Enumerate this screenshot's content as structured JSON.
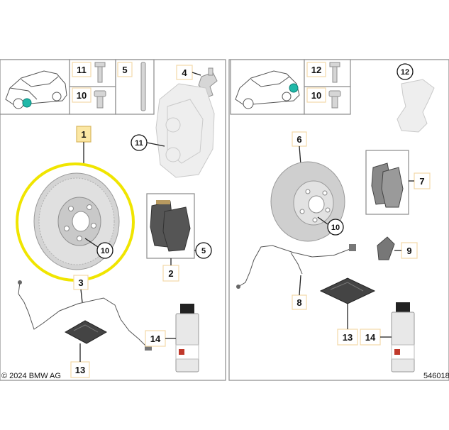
{
  "footer": {
    "copyright": "© 2024 BMW AG",
    "image_number": "546018"
  },
  "callouts": {
    "c1": "1",
    "c2": "2",
    "c3": "3",
    "c4": "4",
    "c5": "5",
    "c6": "6",
    "c7": "7",
    "c8": "8",
    "c9": "9",
    "c10a": "10",
    "c10b": "10",
    "c10c": "10",
    "c10d": "10",
    "c11a": "11",
    "c11b": "11",
    "c12a": "12",
    "c12b": "12",
    "c13a": "13",
    "c13b": "13",
    "c14a": "14",
    "c14b": "14",
    "c5b": "5"
  },
  "colors": {
    "highlight_ring": "#f0e500",
    "locator_dot": "#20b8a8",
    "callout_highlight": "#fbe7a4"
  }
}
